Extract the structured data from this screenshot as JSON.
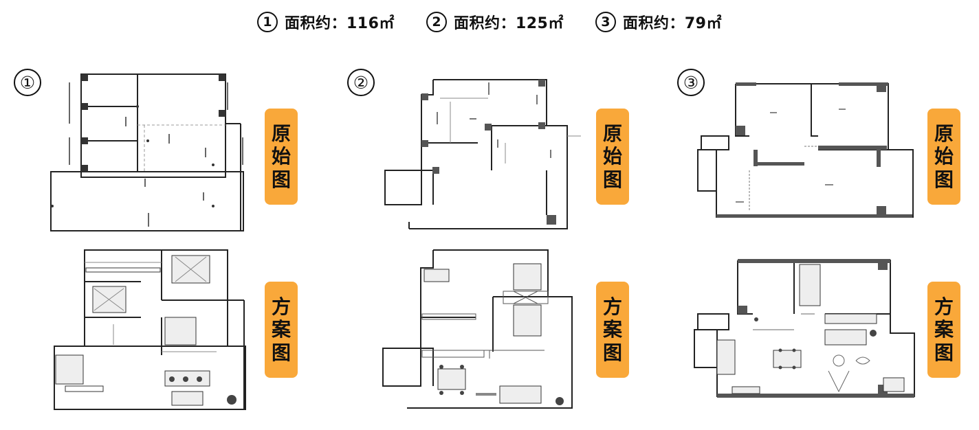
{
  "header": {
    "items": [
      {
        "num": "1",
        "label": "面积约：116㎡"
      },
      {
        "num": "2",
        "label": "面积约：125㎡"
      },
      {
        "num": "3",
        "label": "面积约：79㎡"
      }
    ]
  },
  "plans": [
    {
      "num": "①",
      "original_tag": [
        "原",
        "始",
        "图"
      ],
      "design_tag": [
        "方",
        "案",
        "图"
      ]
    },
    {
      "num": "②",
      "original_tag": [
        "原",
        "始",
        "图"
      ],
      "design_tag": [
        "方",
        "案",
        "图"
      ]
    },
    {
      "num": "③",
      "original_tag": [
        "原",
        "始",
        "图"
      ],
      "design_tag": [
        "方",
        "案",
        "图"
      ]
    }
  ],
  "colors": {
    "tag_bg": "#f9a83a",
    "wall": "#222222",
    "wall_fill": "#555555"
  }
}
